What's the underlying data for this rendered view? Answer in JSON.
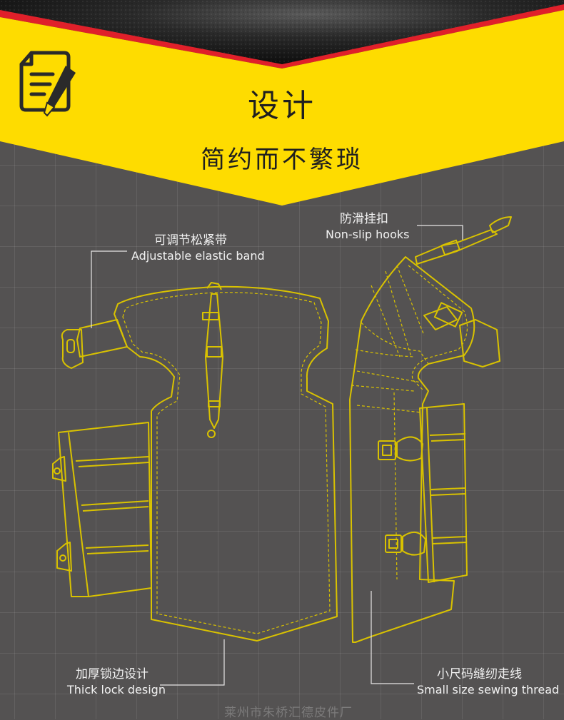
{
  "header": {
    "title": "设计",
    "subtitle": "简约而不繁琐"
  },
  "callouts": {
    "adjustable": {
      "cn": "可调节松紧带",
      "en": "Adjustable elastic band"
    },
    "hooks": {
      "cn": "防滑挂扣",
      "en": "Non-slip hooks"
    },
    "lock": {
      "cn": "加厚锁边设计",
      "en": "Thick lock design"
    },
    "thread": {
      "cn": "小尺码缝纫走线",
      "en": "Small size sewing thread"
    }
  },
  "watermark": "莱州市朱桥汇德皮件厂",
  "colors": {
    "yellow": "#fedc00",
    "red": "#e0202a",
    "outline": "#d9c200",
    "background": "#545252"
  },
  "icons": {
    "design": "document-pencil-icon"
  }
}
